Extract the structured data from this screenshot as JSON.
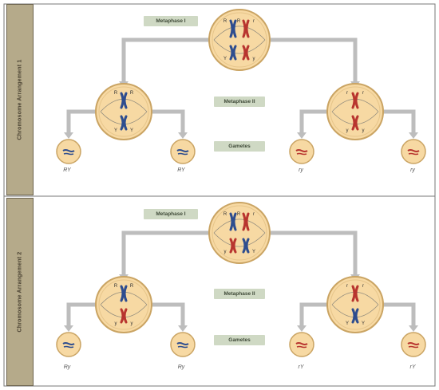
{
  "panels": [
    {
      "side_label": "Chromosome Arrangement 1",
      "labels": {
        "metaphase1": "Metaphase I",
        "metaphase2": "Metaphase II",
        "gametes": "Gametes"
      },
      "gametes": [
        "RY",
        "RY",
        "ry",
        "ry"
      ],
      "parent_alleles": [
        "R",
        "R",
        "r",
        "r",
        "Y",
        "Y",
        "y",
        "y"
      ],
      "cell2_left_alleles": [
        "R",
        "R",
        "Y",
        "Y"
      ],
      "cell2_right_alleles": [
        "r",
        "r",
        "y",
        "y"
      ]
    },
    {
      "side_label": "Chromosome Arrangement 2",
      "labels": {
        "metaphase1": "Metaphase I",
        "metaphase2": "Metaphase II",
        "gametes": "Gametes"
      },
      "gametes": [
        "Ry",
        "Ry",
        "rY",
        "rY"
      ],
      "parent_alleles": [
        "R",
        "R",
        "r",
        "r",
        "y",
        "y",
        "Y",
        "Y"
      ],
      "cell2_left_alleles": [
        "R",
        "R",
        "y",
        "y"
      ],
      "cell2_right_alleles": [
        "r",
        "r",
        "Y",
        "Y"
      ]
    }
  ],
  "colors": {
    "blue": "#2e4d8f",
    "red": "#b8352f",
    "cell_fill": "#f7d9a3",
    "cell_stroke": "#caa463",
    "arrow": "#bdbdbd",
    "sidebar": "#b5aa8a",
    "label_bg": "#cfd9c4"
  }
}
